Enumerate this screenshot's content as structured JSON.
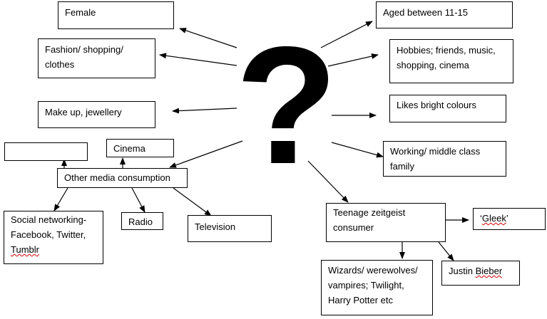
{
  "center_symbol": "?",
  "boxes": {
    "female": "Female",
    "fashion": "Fashion/ shopping/\nclothes",
    "makeup": "Make up, jewellery",
    "blank": "",
    "cinema": "Cinema",
    "other_media": "Other media consumption",
    "social": "Social networking-\nFacebook, Twitter,\nTumblr",
    "radio": "Radio",
    "television": "Television",
    "aged": "Aged between 11-15",
    "hobbies": "Hobbies; friends, music,\nshopping, cinema",
    "bright": "Likes bright colours",
    "working": "Working/ middle class\nfamily",
    "teenage": "Teenage zeitgeist\nconsumer",
    "gleek": "‘Gleek’",
    "justin": "Justin Bieber",
    "wizards": "Wizards/ werewolves/\nvampires; Twilight,\nHarry Potter etc"
  }
}
